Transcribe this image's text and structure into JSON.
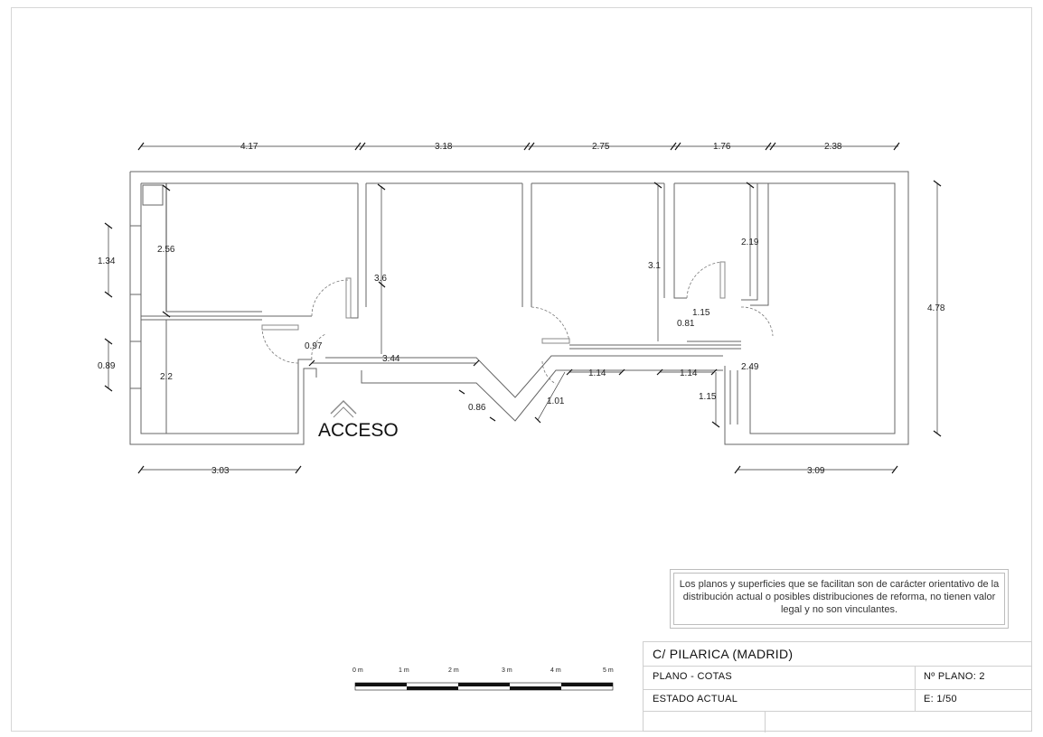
{
  "plan": {
    "access_label": "ACCESO",
    "dims_top": [
      "4.17",
      "3.18",
      "2.75",
      "1.76",
      "2.38"
    ],
    "dims_left": [
      "1.34",
      "0.89"
    ],
    "dims_right": [
      "4.78"
    ],
    "dims_bottom": [
      "3.03",
      "3.09"
    ],
    "dims_interior": [
      "2.56",
      "2.2",
      "3.6",
      "0.97",
      "3.44",
      "0.86",
      "1.01",
      "1.14",
      "1.14",
      "3.1",
      "1.15",
      "0.81",
      "2.19",
      "2.49",
      "1.15"
    ]
  },
  "scale_bar": {
    "labels": [
      "0 m",
      "1 m",
      "2 m",
      "3 m",
      "4 m",
      "5 m"
    ]
  },
  "disclaimer": {
    "text": "Los planos y superficies que se facilitan son de carácter orientativo de la distribución actual o posibles distribuciones de reforma, no tienen valor legal y no son vinculantes."
  },
  "title_block": {
    "address": "C/ PILARICA  (MADRID)",
    "plan_type": "PLANO  - COTAS",
    "plan_number": "Nº PLANO:  2",
    "state": "ESTADO  ACTUAL",
    "scale": "E: 1/50"
  }
}
